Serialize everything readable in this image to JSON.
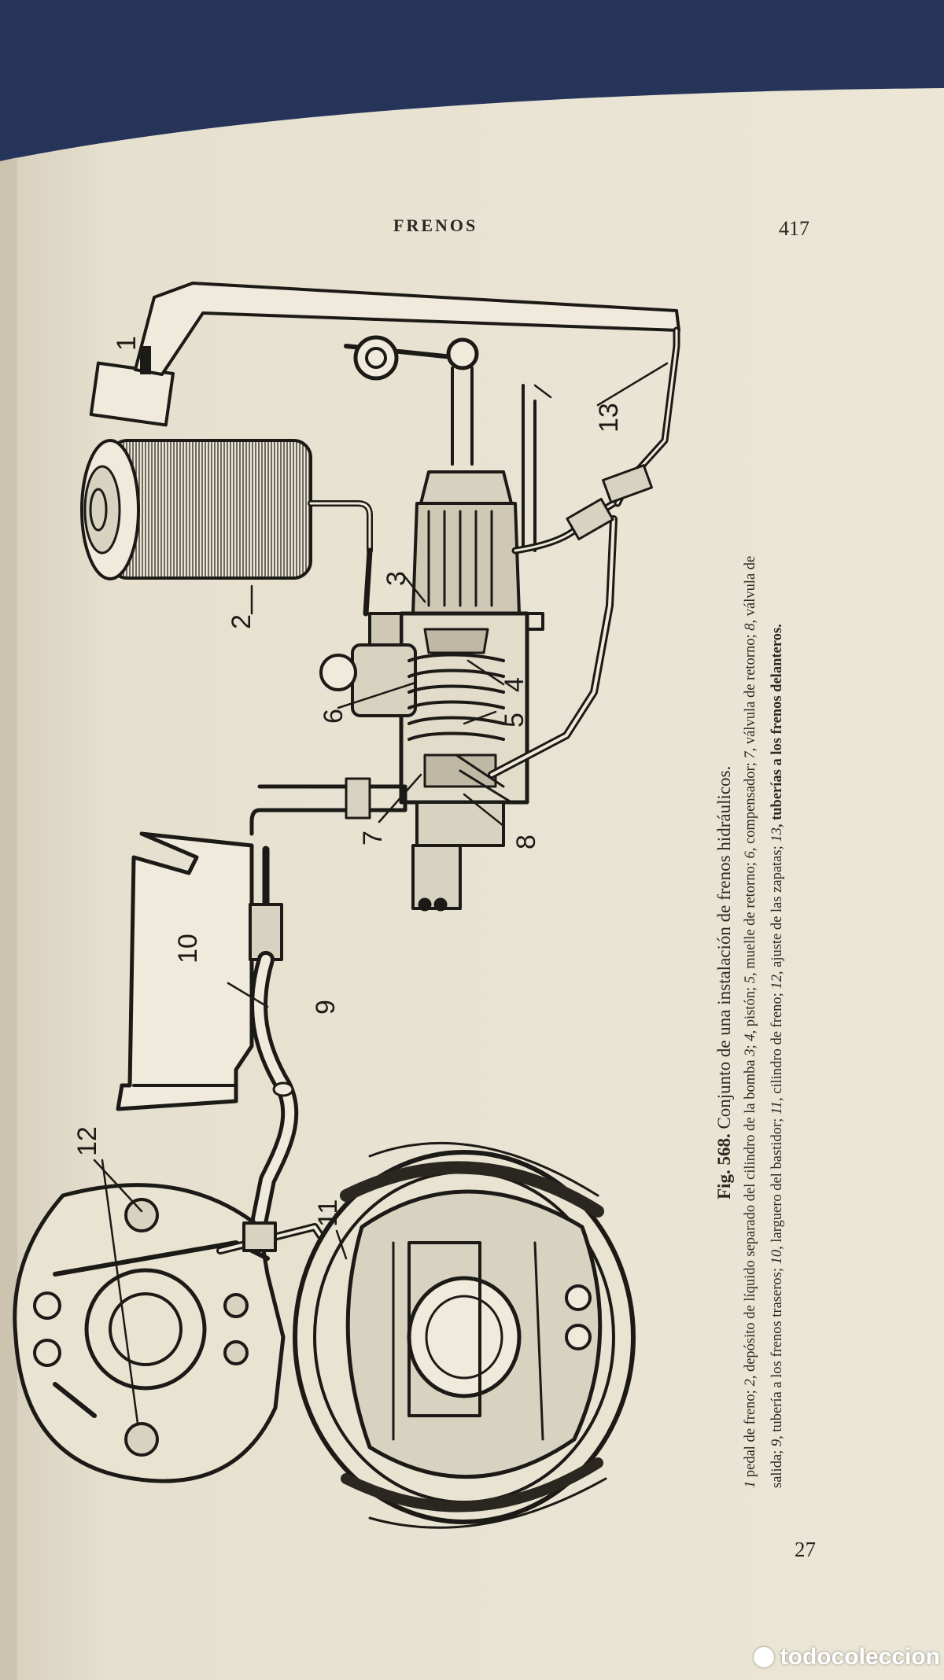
{
  "page": {
    "running_head": "FRENOS",
    "page_number": "417",
    "folio": "27"
  },
  "figure": {
    "number": "Fig. 568.",
    "title": "Conjunto de una instalación de frenos hidráulicos.",
    "labels": [
      "1",
      "2",
      "3",
      "4",
      "5",
      "6",
      "7",
      "8",
      "9",
      "10",
      "11",
      "12",
      "13"
    ]
  },
  "caption": {
    "line1": [
      {
        "t": "1",
        "i": true
      },
      {
        "t": " pedal de freno; "
      },
      {
        "t": "2",
        "i": true
      },
      {
        "t": ", depósito de líquido separado del cilindro de la bomba "
      },
      {
        "t": "3",
        "i": true
      },
      {
        "t": "; "
      },
      {
        "t": "4",
        "i": true
      },
      {
        "t": ", pistón; "
      },
      {
        "t": "5",
        "i": true
      },
      {
        "t": ", muelle de retorno; "
      },
      {
        "t": "6",
        "i": true
      },
      {
        "t": ", compensador; "
      },
      {
        "t": "7",
        "i": true
      },
      {
        "t": ", válvula de retorno; "
      },
      {
        "t": "8",
        "i": true
      },
      {
        "t": ", válvula de"
      }
    ],
    "line2": [
      {
        "t": "salida; "
      },
      {
        "t": "9",
        "i": true
      },
      {
        "t": ", tubería a los frenos traseros; "
      },
      {
        "t": "10",
        "i": true
      },
      {
        "t": ", larguero del bastidor; "
      },
      {
        "t": "11",
        "i": true
      },
      {
        "t": ", cilindro de freno; "
      },
      {
        "t": "12",
        "i": true
      },
      {
        "t": ", ajuste de las zapatas; "
      },
      {
        "t": "13",
        "i": true
      },
      {
        "t": ", tuberías a los frenos delanteros."
      }
    ]
  },
  "watermark": "todocoleccion",
  "colors": {
    "background": "#26345a",
    "paper": "#e7e1d0",
    "ink": "#1c1a16"
  }
}
